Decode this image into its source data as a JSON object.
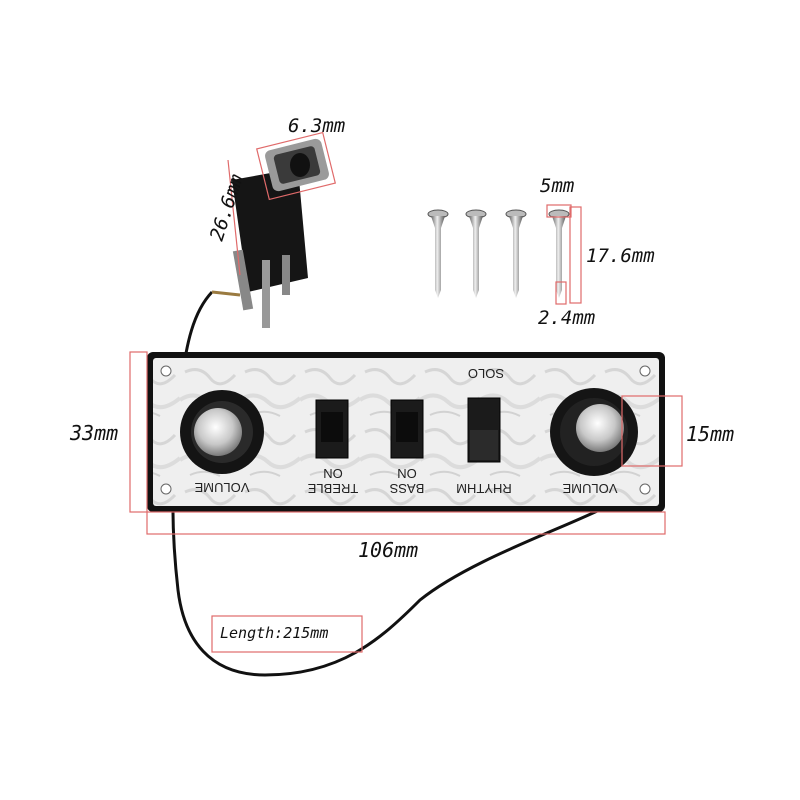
{
  "dimensions": {
    "jack_diameter": "6.3mm",
    "jack_length": "26.6mm",
    "screw_head": "5mm",
    "screw_length": "17.6mm",
    "screw_shank": "2.4mm",
    "plate_height": "33mm",
    "knob_height": "15mm",
    "plate_width": "106mm",
    "cable_length": "Length:215mm"
  },
  "plate_labels": {
    "solo": "SOLO",
    "volume_left": "VOLUME",
    "treble": "TREBLE",
    "treble_on": "ON",
    "bass": "BASS",
    "bass_on": "ON",
    "rhythm": "RHYTHM",
    "volume_right": "VOLUME"
  },
  "colors": {
    "dimension_line": "#e06a6a",
    "plate_fill": "#eeeeee",
    "plate_border": "#111111"
  }
}
